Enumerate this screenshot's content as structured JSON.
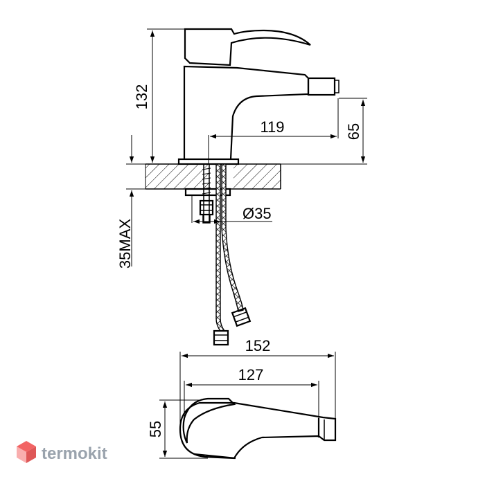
{
  "dimensions": {
    "height_total": "132",
    "spout_reach": "119",
    "outlet_height": "65",
    "thread_diameter": "Ø35",
    "max_thickness": "35MAX",
    "length_total": "152",
    "length_body": "127",
    "width": "55"
  },
  "brand": {
    "name": "termokit",
    "logo_icon": "hexagon-cube-icon",
    "colors": {
      "top": "#f04a4a",
      "left": "#f8a0a0",
      "right": "#d93a3a",
      "text": "#9aa3ad"
    }
  }
}
